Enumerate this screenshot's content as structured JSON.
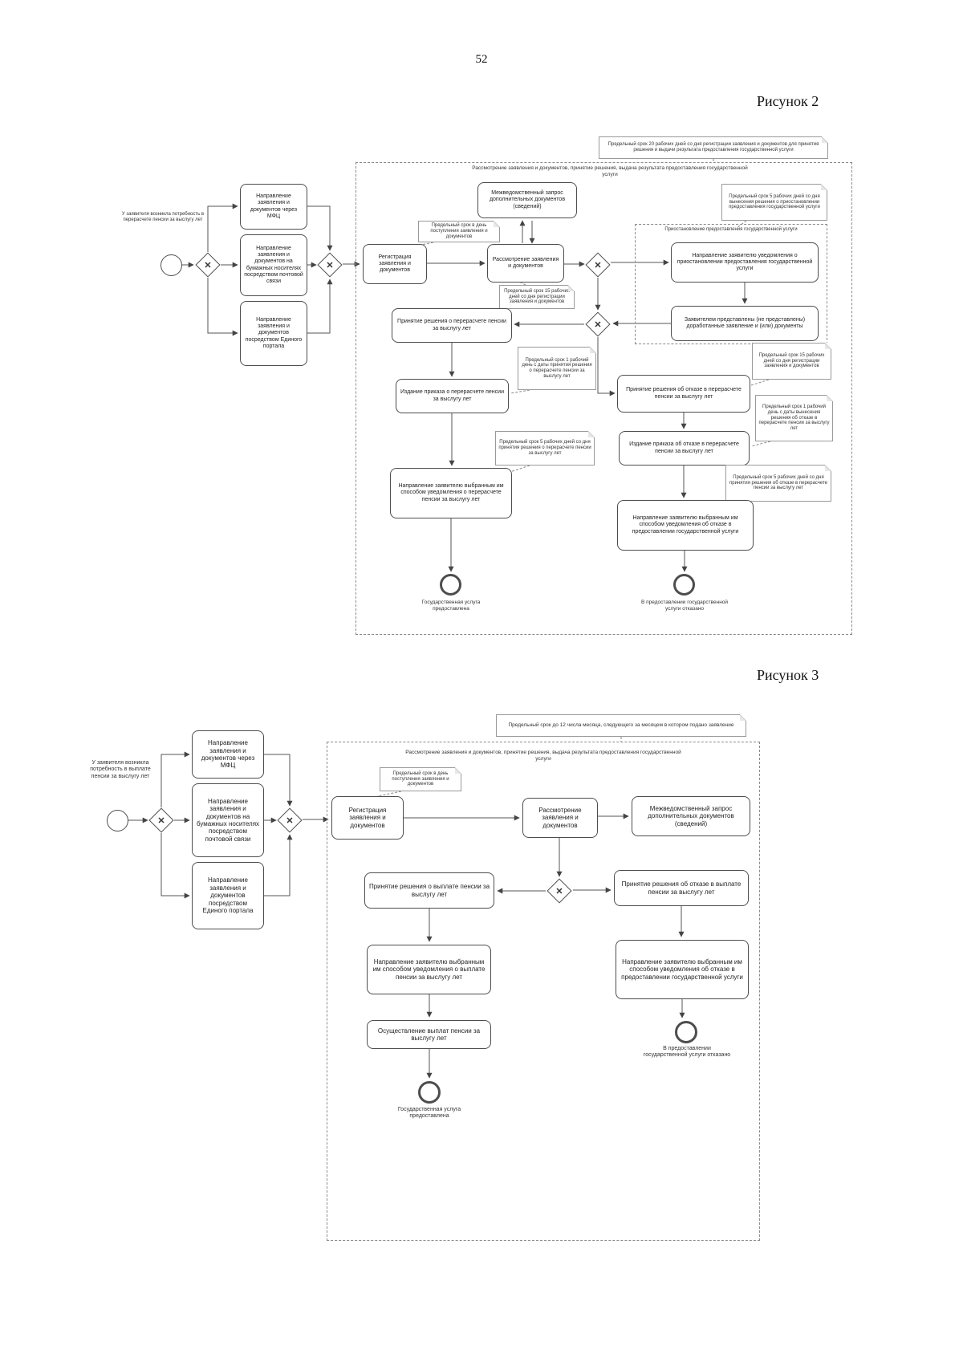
{
  "page": {
    "number": "52"
  },
  "fig2": {
    "caption": "Рисунок 2",
    "start_label": "У заявителя возникла потребность в перерасчете пенсии за выслугу лет",
    "channel_mfc": "Направление заявления и документов через МФЦ",
    "channel_mail": "Направление заявления и документов на бумажных носителях посредством почтовой связи",
    "channel_portal": "Направление заявления и документов посредством Единого портала",
    "container_title": "Рассмотрение заявления и документов, принятие решения, выдача результата предоставления государственной услуги",
    "deadline_total": "Предельный срок 20 рабочих дней со дня регистрации заявления и документов для принятия решения и выдачи результата предоставления государственной услуги",
    "deadline_registration": "Предельный срок в день поступления заявления и документов",
    "registration": "Регистрация заявления и документов",
    "interagency": "Межведомственный запрос дополнительных документов (сведений)",
    "review": "Рассмотрение заявления и документов",
    "deadline_decision": "Предельный срок 15 рабочих дней со дня регистрации заявления и документов",
    "suspension_title": "Приостановление предоставления государственной услуги",
    "deadline_suspension": "Предельный срок 5 рабочих дней со дня вынесения решения о приостановлении предоставления государственной услуги",
    "notify_suspension": "Направление заявителю уведомления о приостановлении предоставления государственной услуги",
    "resubmit": "Заявителем представлены (не представлены) доработанные заявление и (или) документы",
    "decision_recalc": "Принятие решения о перерасчете пенсии за выслугу лет",
    "deadline_order_recalc": "Предельный срок 1 рабочий день с даты принятия решения о перерасчете пенсии за выслугу лет",
    "deadline_refusal": "Предельный срок 15 рабочих дней со дня регистрации заявления и документов",
    "order_recalc": "Издание приказа о перерасчете пенсии за выслугу лет",
    "decision_refusal": "Принятие решения об отказе в перерасчете пенсии за выслугу лет",
    "deadline_order_refusal": "Предельный срок 1 рабочий день с даты вынесения решения об отказе в перерасчете пенсии за выслугу лет",
    "order_refusal": "Издание приказа об отказе в перерасчете пенсии за выслугу лет",
    "deadline_notify_recalc": "Предельный срок 5 рабочих дней со дня принятия решения о перерасчете пенсии за выслугу лет",
    "notify_recalc": "Направление заявителю выбранным им способом уведомления о перерасчете пенсии за выслугу лет",
    "deadline_notify_refusal": "Предельный срок 5 рабочих дней со дня принятия решения об отказе в перерасчете пенсии за выслугу лет",
    "notify_refusal": "Направление заявителю выбранным им способом уведомления об отказе в предоставлении государственной услуги",
    "end_provided": "Государственная услуга предоставлена",
    "end_refused": "В предоставлении государственной услуги отказано"
  },
  "fig3": {
    "caption": "Рисунок 3",
    "deadline_total": "Предельный срок до 12 числа месяца, следующего за месяцем в котором подано заявление",
    "start_label": "У заявителя возникла потребность в выплате пенсии за выслугу лет",
    "channel_mfc": "Направление заявления и документов через МФЦ",
    "channel_mail": "Направление заявления и документов на бумажных носителях посредством почтовой связи",
    "channel_portal": "Направление заявления и документов посредством Единого портала",
    "container_title": "Рассмотрение заявления и документов, принятие решения, выдача результата предоставления государственной услуги",
    "deadline_registration": "Предельный срок в день поступления заявления и документов",
    "registration": "Регистрация заявления и документов",
    "review": "Рассмотрение заявления и документов",
    "interagency": "Межведомственный запрос дополнительных документов (сведений)",
    "decision_pay": "Принятие решения о выплате пенсии за выслугу лет",
    "decision_refusal": "Принятие решения об отказе в выплате пенсии за выслугу лет",
    "notify_pay": "Направление заявителю выбранным им способом уведомления о выплате пенсии за выслугу лет",
    "notify_refusal": "Направление заявителю выбранным им способом уведомления об отказе в предоставлении государственной услуги",
    "payment": "Осуществление выплат пенсии за выслугу лет",
    "end_provided": "Государственная услуга предоставлена",
    "end_refused": "В предоставлении государственной услуги отказано"
  }
}
